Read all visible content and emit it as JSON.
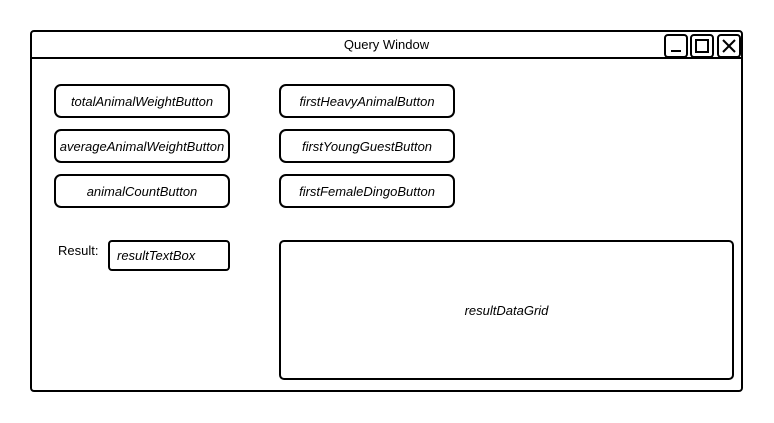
{
  "window": {
    "title": "Query Window"
  },
  "controls": {
    "minimize_icon": "minimize-icon",
    "maximize_icon": "maximize-icon",
    "close_icon": "close-icon"
  },
  "buttons_left": [
    "totalAnimalWeightButton",
    "averageAnimalWeightButton",
    "animalCountButton"
  ],
  "buttons_right": [
    "firstHeavyAnimalButton",
    "firstYoungGuestButton",
    "firstFemaleDingoButton"
  ],
  "result": {
    "label": "Result:",
    "textbox": "resultTextBox"
  },
  "grid": {
    "label": "resultDataGrid"
  }
}
